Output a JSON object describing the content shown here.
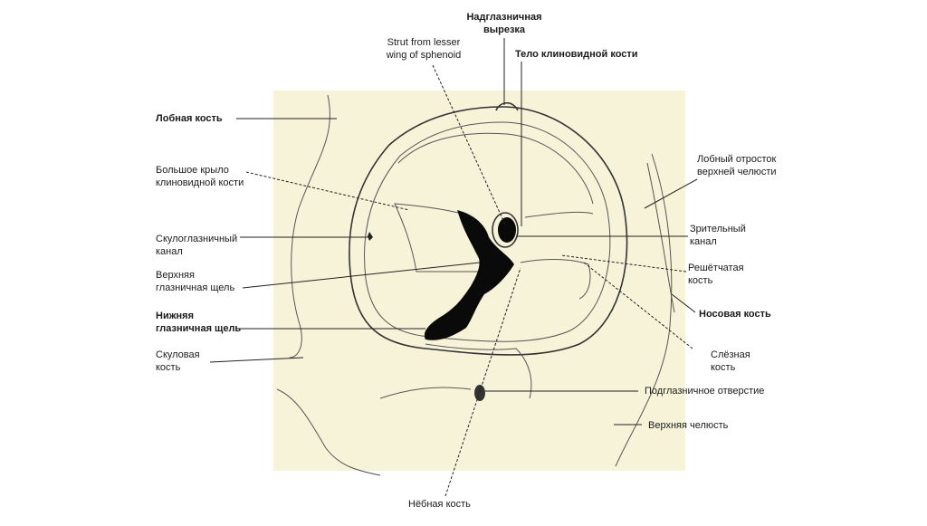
{
  "labels": {
    "supraorbital_notch": "Надглазничная\nвырезка",
    "strut": "Strut from lesser\nwing of sphenoid",
    "sphenoid_body": "Тело клиновидной кости",
    "frontal_bone": "Лобная кость",
    "greater_wing": "Большое крыло\nклиновидной кости",
    "zygomatico_orbital": "Скулоглазничный\nканал",
    "superior_fissure": "Верхняя\nглазничная щель",
    "inferior_fissure": "Нижняя\nглазничная щель",
    "zygomatic_bone": "Скуловая\nкость",
    "frontal_process": "Лобный отросток\nверхней челюсти",
    "optic_canal": "Зрительный\nканал",
    "ethmoid": "Решётчатая\nкость",
    "nasal_bone": "Носовая кость",
    "lacrimal": "Слёзная\nкость",
    "infraorbital_foramen": "Подглазничное отверстие",
    "maxilla": "Верхняя челюсть",
    "palatine": "Нёбная кость"
  },
  "colors": {
    "bone_fill": "#f7f3d9",
    "fissure": "#0a0a0a",
    "leader": "#222222"
  }
}
